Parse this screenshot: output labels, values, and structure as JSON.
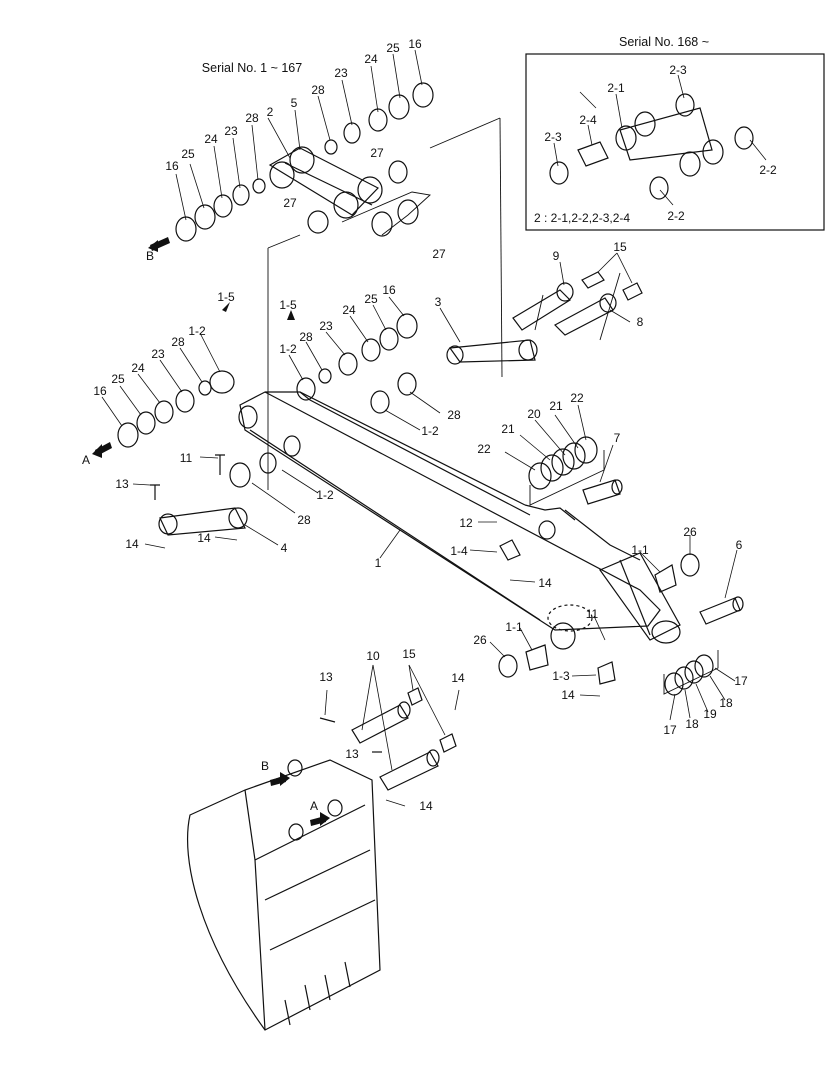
{
  "diagram": {
    "serial_left": "Serial No. 1 ~ 167",
    "serial_right": "Serial No. 168 ~",
    "inset_note": "2 : 2-1,2-2,2-3,2-4",
    "arrow_a": "A",
    "arrow_b": "B",
    "labels": [
      "16",
      "25",
      "24",
      "23",
      "28",
      "2",
      "5",
      "28",
      "23",
      "24",
      "25",
      "16",
      "27",
      "27",
      "27",
      "1-5",
      "1-2",
      "28",
      "23",
      "24",
      "25",
      "16",
      "1-5",
      "1-2",
      "28",
      "23",
      "24",
      "25",
      "16",
      "9",
      "15",
      "3",
      "8",
      "28",
      "1-2",
      "22",
      "21",
      "20",
      "21",
      "22",
      "7",
      "11",
      "13",
      "1-2",
      "28",
      "4",
      "14",
      "14",
      "12",
      "1-4",
      "14",
      "1",
      "26",
      "1-1",
      "6",
      "11",
      "1-1",
      "26",
      "1-3",
      "14",
      "17",
      "18",
      "19",
      "18",
      "17",
      "10",
      "15",
      "13",
      "14",
      "13",
      "14",
      "2-3",
      "2-1",
      "2-4",
      "2-3",
      "2-2",
      "2-2"
    ]
  }
}
